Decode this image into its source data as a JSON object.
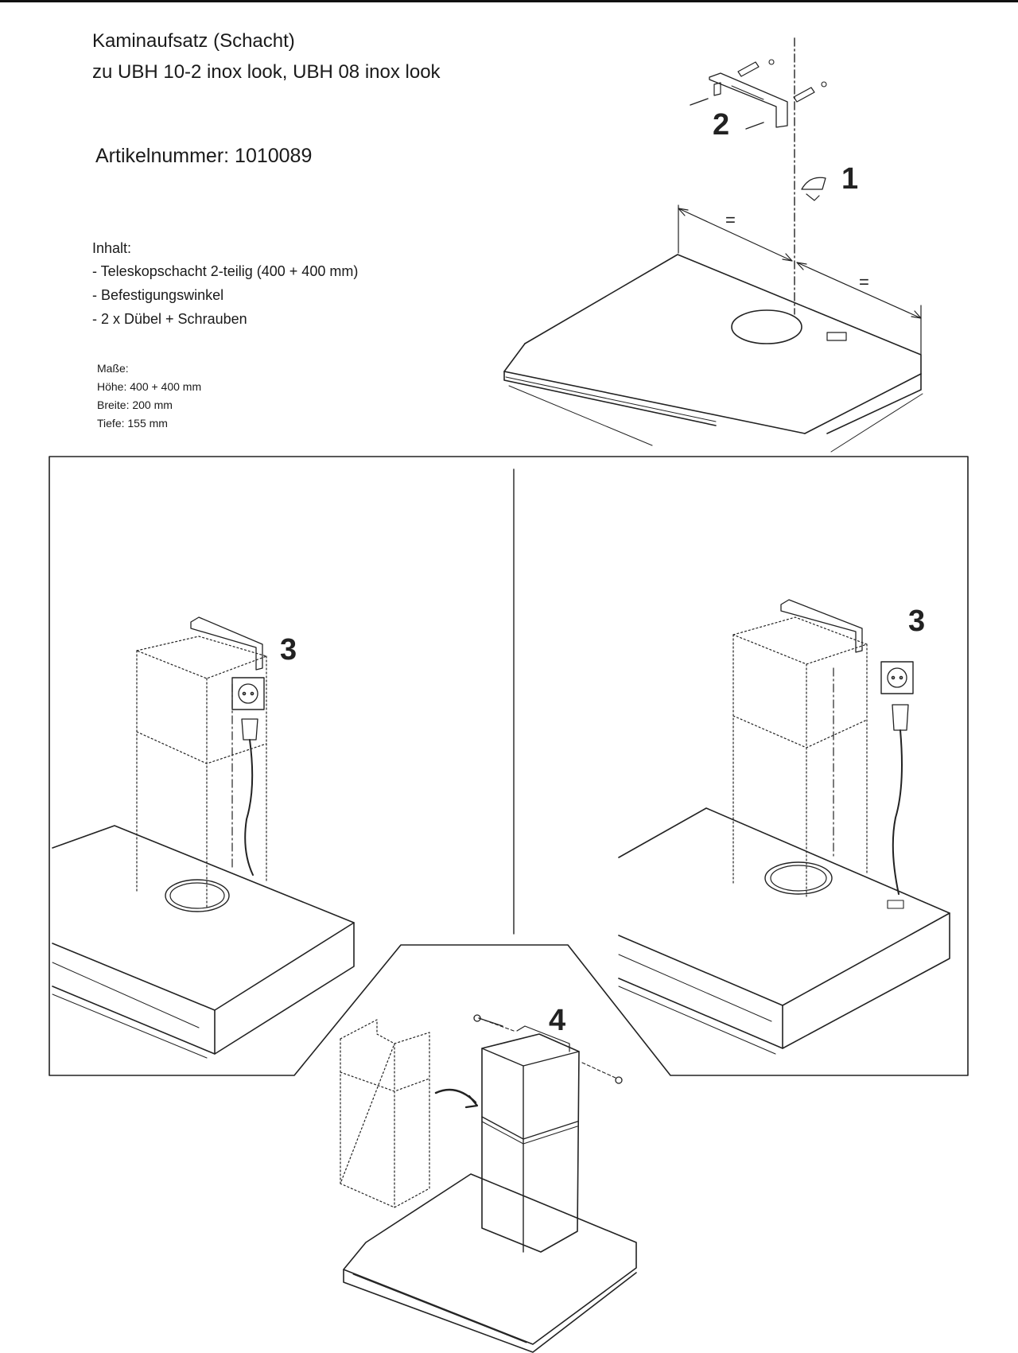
{
  "header": {
    "title_line1": "Kaminaufsatz (Schacht)",
    "title_line2": "zu UBH 10-2 inox look, UBH 08 inox look",
    "article": "Artikelnummer: 1010089"
  },
  "contents": {
    "heading": "Inhalt:",
    "items": [
      "- Teleskopschacht 2-teilig (400 + 400 mm)",
      "- Befestigungswinkel",
      "- 2 x Dübel + Schrauben"
    ]
  },
  "dimensions": {
    "heading": "Maße:",
    "height": "Höhe: 400 + 400 mm",
    "width": "Breite: 200 mm",
    "depth": "Tiefe: 155 mm"
  },
  "steps": {
    "step1": "1",
    "step2": "2",
    "step3_left": "3",
    "step3_right": "3",
    "step4": "4",
    "equal_mark": "="
  }
}
